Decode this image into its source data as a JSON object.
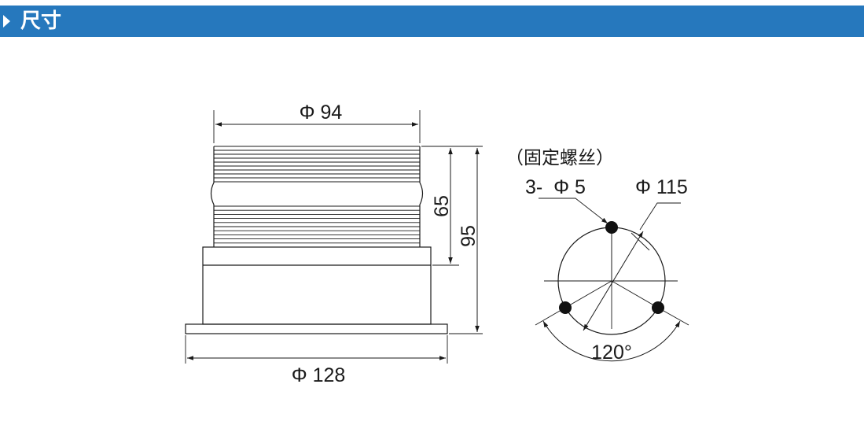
{
  "header": {
    "title": "尺寸",
    "bg_color": "#2678bd"
  },
  "side_view": {
    "dims": {
      "top_diameter": "Φ 94",
      "base_diameter": "Φ 128",
      "head_height": "65",
      "total_height": "95"
    }
  },
  "top_view": {
    "note": "（固定螺丝）",
    "hole_spec": "3-  Φ 5",
    "pitch_diameter": "Φ 115",
    "angle": "120°"
  }
}
